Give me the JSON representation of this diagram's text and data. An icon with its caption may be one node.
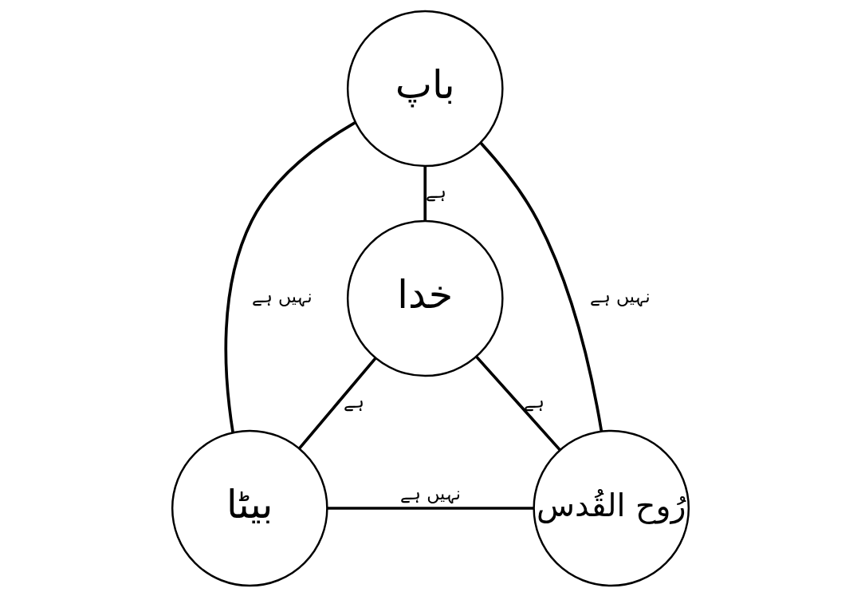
{
  "diagram": {
    "nodes": [
      {
        "text": [
          "باپ"
        ]
      },
      {
        "text": [
          "بیٹا"
        ]
      },
      {
        "text": [
          "خدا"
        ]
      },
      {
        "text": [
          "رُوح القُدس"
        ]
      }
    ],
    "edges": [
      {
        "from": 0,
        "to": 1,
        "arrow": "none",
        "label": "نہیں ہے"
      },
      {
        "from": 0,
        "to": 2,
        "arrow": "none",
        "label": "ہے"
      },
      {
        "from": 0,
        "to": 3,
        "arrow": "none",
        "label": "نہیں ہے"
      },
      {
        "from": 1,
        "to": 2,
        "arrow": "none",
        "label": "ہے"
      },
      {
        "from": 2,
        "to": 3,
        "arrow": "none",
        "label": "ہے"
      },
      {
        "from": 1,
        "to": 3,
        "arrow": "none",
        "label": "نہیں ہے"
      }
    ]
  }
}
